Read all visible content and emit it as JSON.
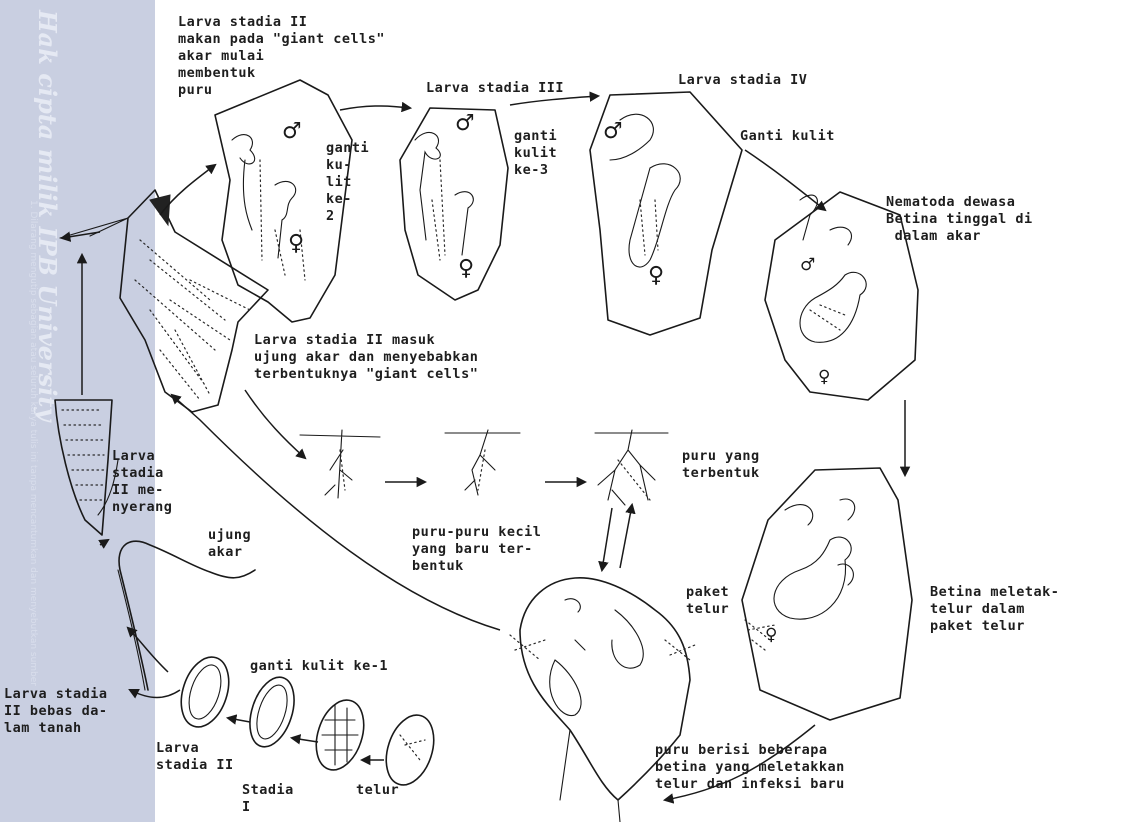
{
  "watermark": {
    "title": "Hak cipta milik IPB University",
    "body": "1. Dilarang mengutip sebagian atau seluruh karya tulis ini tanpa mencantumkan dan menyebutkan sumber"
  },
  "labels": {
    "l2_feeding": "Larva stadia II\nmakan pada \"giant cells\"\nakar mulai\nmembentuk\npuru",
    "molt2": "ganti\nku-\nlit\nke-\n2",
    "l3": "Larva stadia III",
    "molt3": "ganti\nkulit\nke-3",
    "l4": "Larva stadia IV",
    "molt4": "Ganti kulit",
    "adult": "Nematoda dewasa\nBetina tinggal di\n dalam akar",
    "l2_enter": "Larva stadia II masuk\nujung akar dan menyebabkan\nterbentuknya \"giant cells\"",
    "l2_attack": "Larva\nstadia\nII me-\nnyerang",
    "root_tip": "ujung\nakar",
    "galls_small": "puru-puru kecil\nyang baru ter-\nbentuk",
    "galls_formed": "puru yang\nterbentuk",
    "egg_packet": "paket\ntelur",
    "female_lays": "Betina meletak-\ntelur dalam\npaket telur",
    "gall_females": "puru berisi beberapa\nbetina yang meletakkan\ntelur dan infeksi baru",
    "molt1": "ganti kulit ke-1",
    "l2_free": "Larva stadia\nII bebas da-\nlam tanah",
    "l2_stage": "Larva\nstadia II",
    "stage1": "Stadia\nI",
    "egg": "telur"
  }
}
